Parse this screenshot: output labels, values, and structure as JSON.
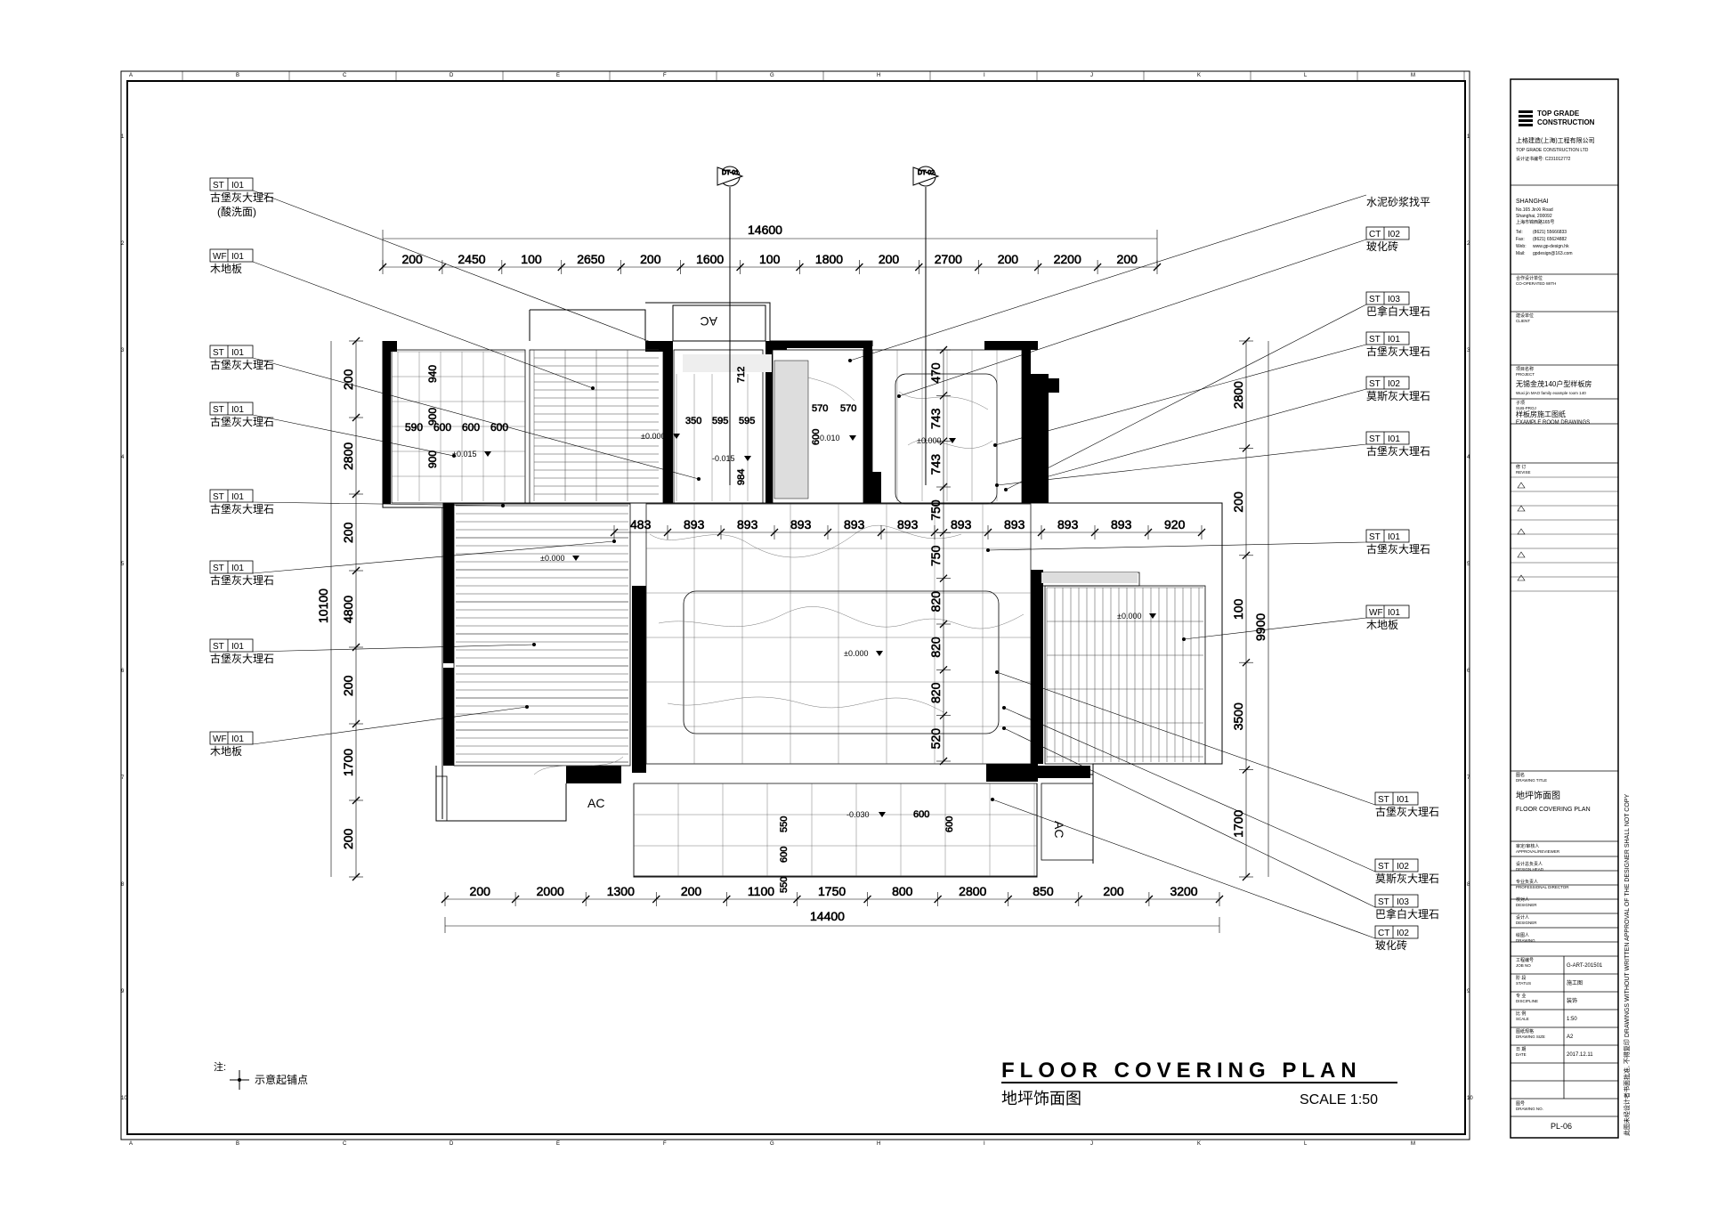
{
  "grid": {
    "cols": [
      "A",
      "B",
      "C",
      "D",
      "E",
      "F",
      "G",
      "H",
      "I",
      "J",
      "K",
      "L",
      "M"
    ],
    "rows": [
      "1",
      "2",
      "3",
      "4",
      "5",
      "6",
      "7",
      "8",
      "9",
      "10"
    ]
  },
  "plan": {
    "title_en": "FLOOR COVERING PLAN",
    "title_cn": "地坪饰面图",
    "scale": "SCALE 1:50",
    "note_label": "注:",
    "note_text": "示意起铺点",
    "ac_labels": [
      "AC",
      "AC",
      "AC"
    ],
    "section_markers": [
      "DT-01",
      "DT-02"
    ],
    "elevations": [
      "±0.000",
      "±0.015",
      "-0.015",
      "-0.010",
      "±0.000",
      "±0.000",
      "±0.000",
      "±0.000",
      "-0.030"
    ]
  },
  "dims": {
    "top_total": "14600",
    "top": [
      "200",
      "2450",
      "100",
      "2650",
      "200",
      "1600",
      "100",
      "1800",
      "200",
      "2700",
      "200",
      "2200",
      "200"
    ],
    "bottom_total": "14400",
    "bottom": [
      "200",
      "2000",
      "1300",
      "200",
      "1100",
      "1750",
      "800",
      "2800",
      "850",
      "200",
      "3200"
    ],
    "left_total": "10100",
    "left": [
      "200",
      "2800",
      "200",
      "4800",
      "200",
      "1700",
      "200"
    ],
    "right_total": "9900",
    "right": [
      "2800",
      "200",
      "100",
      "3500",
      "1700"
    ],
    "mid_v": [
      "470",
      "743",
      "743",
      "750",
      "750",
      "820",
      "820",
      "820",
      "520"
    ],
    "mid_h": [
      "483",
      "893",
      "893",
      "893",
      "893",
      "893",
      "893",
      "893",
      "893",
      "893",
      "920"
    ],
    "room_a": [
      "940",
      "900",
      "900",
      "590",
      "600",
      "600",
      "600"
    ],
    "room_b": [
      "712",
      "350",
      "595",
      "595",
      "984"
    ],
    "room_c": [
      "570",
      "570",
      "600"
    ],
    "balcony": [
      "550",
      "600",
      "550",
      "600",
      "600"
    ]
  },
  "tags": [
    {
      "code": "ST",
      "num": "I01",
      "text": "古堡灰大理石",
      "sub": "(酸洗面)"
    },
    {
      "code": "WF",
      "num": "I01",
      "text": "木地板",
      "sub": ""
    },
    {
      "code": "ST",
      "num": "I01",
      "text": "古堡灰大理石",
      "sub": ""
    },
    {
      "code": "ST",
      "num": "I01",
      "text": "古堡灰大理石",
      "sub": ""
    },
    {
      "code": "ST",
      "num": "I01",
      "text": "古堡灰大理石",
      "sub": ""
    },
    {
      "code": "ST",
      "num": "I01",
      "text": "古堡灰大理石",
      "sub": ""
    },
    {
      "code": "ST",
      "num": "I01",
      "text": "古堡灰大理石",
      "sub": ""
    },
    {
      "code": "WF",
      "num": "I01",
      "text": "木地板",
      "sub": ""
    },
    {
      "code": "",
      "num": "",
      "text": "水泥砂浆找平",
      "sub": ""
    },
    {
      "code": "CT",
      "num": "I02",
      "text": "玻化砖",
      "sub": ""
    },
    {
      "code": "ST",
      "num": "I03",
      "text": "巴拿白大理石",
      "sub": ""
    },
    {
      "code": "ST",
      "num": "I01",
      "text": "古堡灰大理石",
      "sub": ""
    },
    {
      "code": "ST",
      "num": "I02",
      "text": "莫斯灰大理石",
      "sub": ""
    },
    {
      "code": "ST",
      "num": "I01",
      "text": "古堡灰大理石",
      "sub": ""
    },
    {
      "code": "ST",
      "num": "I01",
      "text": "古堡灰大理石",
      "sub": ""
    },
    {
      "code": "WF",
      "num": "I01",
      "text": "木地板",
      "sub": ""
    },
    {
      "code": "ST",
      "num": "I01",
      "text": "古堡灰大理石",
      "sub": ""
    },
    {
      "code": "ST",
      "num": "I02",
      "text": "莫斯灰大理石",
      "sub": ""
    },
    {
      "code": "ST",
      "num": "I03",
      "text": "巴拿白大理石",
      "sub": ""
    },
    {
      "code": "CT",
      "num": "I02",
      "text": "玻化砖",
      "sub": ""
    }
  ],
  "titleblock": {
    "company_en_1": "TOP GRADE",
    "company_en_2": "CONSTRUCTION",
    "company_cn": "上格建造(上海)工程有限公司",
    "company_en_full": "TOP GRADE CONSTRUCTION LTD",
    "cert": "设计证书编号: C231012772",
    "city": "SHANGHAI",
    "address": [
      "No.165 JinXi Road",
      "Shanghai, 200092",
      "上海市锦西路165号"
    ],
    "contacts": [
      {
        "k": "Tel:",
        "v": "(8621) 55666833"
      },
      {
        "k": "Fax:",
        "v": "(8621) 65624882"
      },
      {
        "k": "Web:",
        "v": "www.gp-design.hk"
      },
      {
        "k": "Mail:",
        "v": "gpdesign@163.com"
      }
    ],
    "cooperated_cn": "合作设计单位",
    "cooperated_en": "CO-OPERATED WITH",
    "client_cn": "建设单位",
    "client_en": "CLIENT",
    "project_cn": "项目名称",
    "project_en": "PROJECT",
    "project_value": "无锡金茂140户型样板房",
    "project_value_en": "Wuxi jin MAO family example room 140",
    "subproj_cn": "子项",
    "subproj_en": "SUB-PROJ",
    "subproj_value": "样板房施工图纸",
    "subproj_value_en": "EXAMPLE ROOM DRAWINGS",
    "revise_cn": "修 订",
    "revise_en": "REVISE",
    "drawing_title_cn": "图名",
    "drawing_title_en": "DRAWING TITLE",
    "drawing_title_value": "地坪饰面图",
    "drawing_title_value_en": "FLOOR COVERING PLAN",
    "roles": [
      {
        "cn": "审定/审核人",
        "en": "APPROVAL/REVIEWER"
      },
      {
        "cn": "设计总负责人",
        "en": "DESIGN HEAD"
      },
      {
        "cn": "专业负责人",
        "en": "PROFESSIONAL DIRECTOR"
      },
      {
        "cn": "校对人",
        "en": "DESIGNER"
      },
      {
        "cn": "设计人",
        "en": "DESIGNER"
      },
      {
        "cn": "绘图人",
        "en": "DRAWING"
      }
    ],
    "info": [
      {
        "cn": "工程编号",
        "en": "JOB NO",
        "v": "G-ART-201501"
      },
      {
        "cn": "阶 段",
        "en": "STATUS",
        "v": "施工图"
      },
      {
        "cn": "专 业",
        "en": "DISCIPLINE",
        "v": "装饰"
      },
      {
        "cn": "比 例",
        "en": "SCALE",
        "v": "1:50"
      },
      {
        "cn": "图纸规格",
        "en": "DRAWING SIZE",
        "v": "A2"
      },
      {
        "cn": "日 期",
        "en": "DATE",
        "v": "2017.12.11"
      }
    ],
    "drawing_no_cn": "图号",
    "drawing_no_en": "DRAWING NO.",
    "drawing_no": "PL-06",
    "side_note": "此图未经设计者书面批准, 不得复印  DRAWINGS WITHOUT WRITTEN APPROVAL OF THE DESIGNER SHALL NOT COPY"
  }
}
